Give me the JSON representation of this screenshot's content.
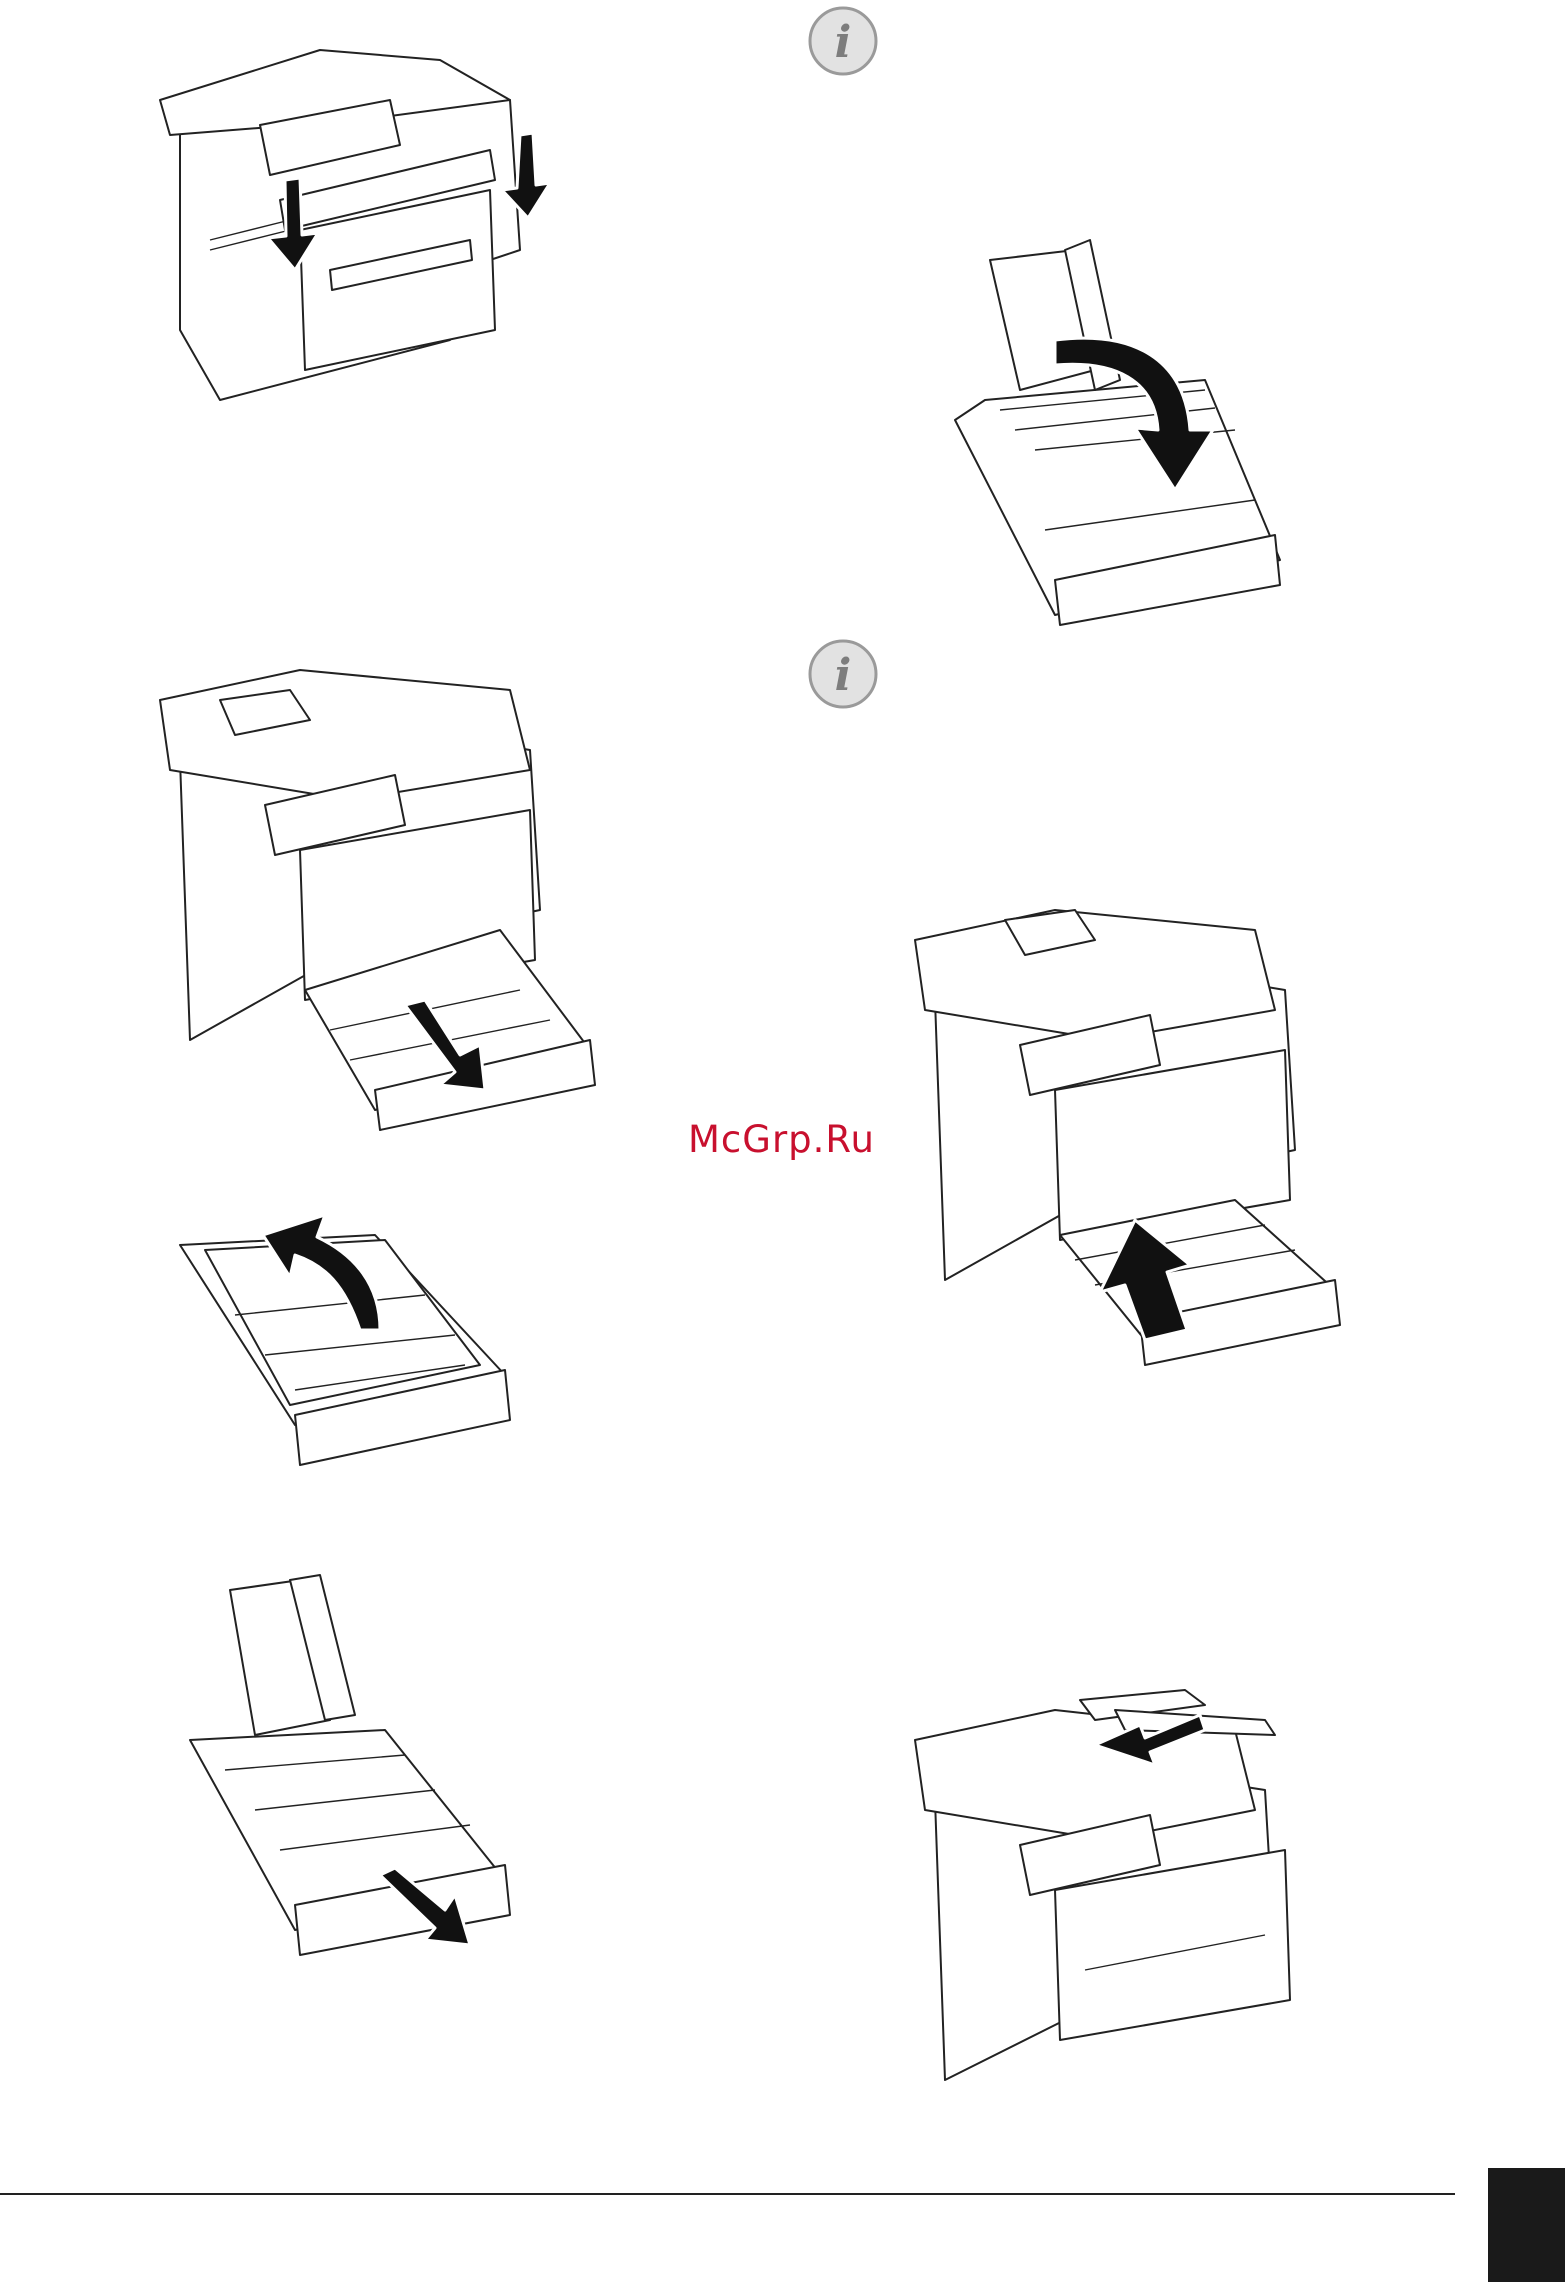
{
  "watermark": {
    "text": "McGrp.Ru",
    "color": "#c8102e"
  },
  "info_icon": {
    "glyph": "i",
    "name": "info-icon",
    "color": "#9a9a9a"
  },
  "page_tab": {
    "color": "#1a1a1a"
  },
  "illustrations": [
    {
      "name": "printer-remove-transport-locks",
      "arrow": "down"
    },
    {
      "name": "printer-pull-out-paper-tray",
      "arrow": "out"
    },
    {
      "name": "paper-tray-lift-cover",
      "arrow": "up"
    },
    {
      "name": "paper-tray-adjust-guide",
      "arrow": "out"
    },
    {
      "name": "paper-tray-close-cover",
      "arrow": "down"
    },
    {
      "name": "printer-insert-paper-tray",
      "arrow": "in"
    },
    {
      "name": "printer-attach-document-feeder-tray",
      "arrow": "in"
    }
  ]
}
